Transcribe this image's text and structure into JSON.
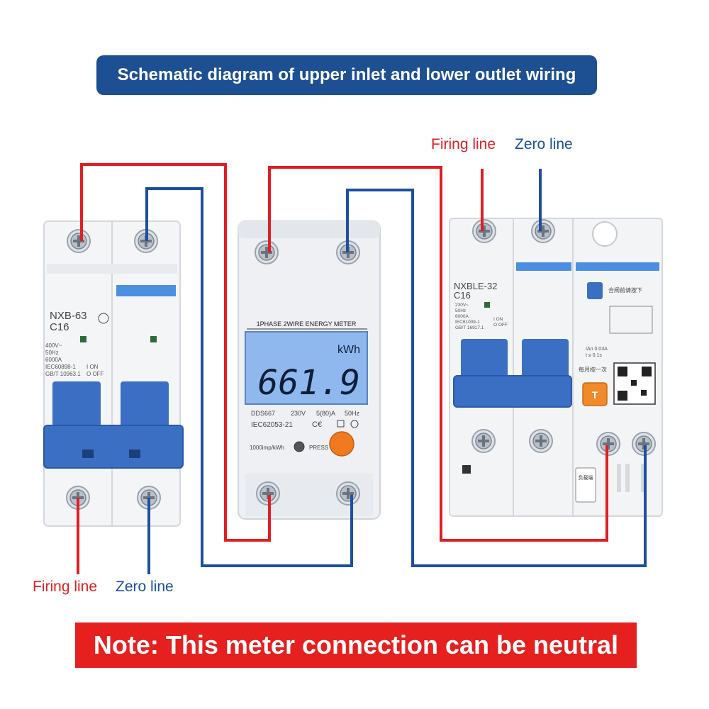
{
  "title": "Schematic diagram of upper inlet and lower outlet wiring",
  "labels": {
    "top_firing": "Firing line",
    "top_zero": "Zero line",
    "bottom_firing": "Firing line",
    "bottom_zero": "Zero line"
  },
  "note": "Note: This meter connection can be neutral",
  "breaker_left": {
    "model": "NXB-63",
    "rating": "C16",
    "specs": [
      "400V~",
      "50Hz",
      "6000A",
      "IEC60898-1",
      "GB/T 10963.1"
    ],
    "on_off": [
      "I ON",
      "O OFF"
    ]
  },
  "meter": {
    "header": "1PHASE 2WIRE ENERGY METER",
    "unit": "kWh",
    "reading": "661.9",
    "model": "DDS667",
    "voltage": "230V",
    "current": "5(80)A",
    "frequency": "50Hz",
    "standard": "IEC62053-21",
    "imp": "1000imp/kWh",
    "press": "PRESS"
  },
  "breaker_right": {
    "model": "NXBLE-32",
    "rating": "C16",
    "specs": [
      "230V~",
      "50Hz",
      "6000A",
      "IEC61009-1",
      "GB/T 16917.1"
    ],
    "on_off": [
      "I ON",
      "O OFF"
    ],
    "rcd_text": "合闸前请按下",
    "test_text": "每月按一次",
    "rcd_spec": [
      "IΔn 0.03A",
      "t ≤ 0.1s"
    ],
    "test_button": "T",
    "load_text": "负载端"
  },
  "colors": {
    "title_bg": "#1d4f93",
    "firing": "#e01e24",
    "zero": "#1d4fa3",
    "breaker_blue": "#3a6fc4",
    "lcd_bg": "#8fb9ee",
    "note_bg": "#e5201f"
  }
}
